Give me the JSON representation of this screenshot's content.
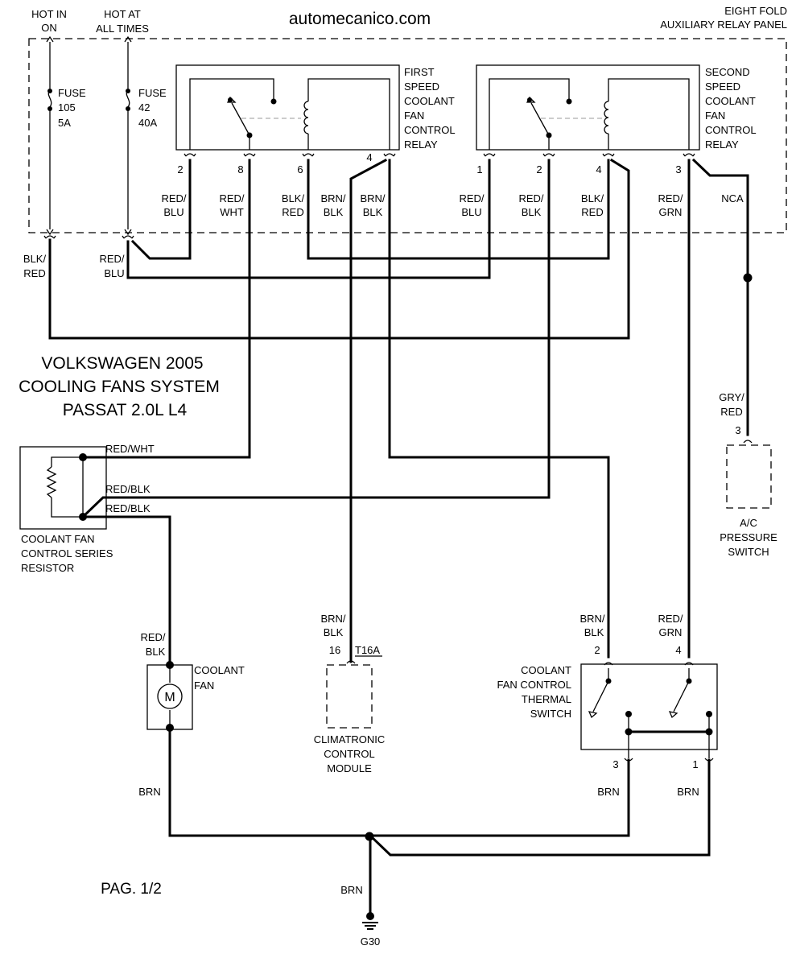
{
  "site": "automecanico.com",
  "title_lines": [
    "VOLKSWAGEN 2005",
    "COOLING FANS SYSTEM",
    "PASSAT 2.0L L4"
  ],
  "page": "PAG. 1/2",
  "headers": {
    "hot_in_on": [
      "HOT IN",
      "ON"
    ],
    "hot_at_all_times": [
      "HOT AT",
      "ALL TIMES"
    ],
    "relay_panel": [
      "EIGHT FOLD",
      "AUXILIARY RELAY PANEL"
    ]
  },
  "fuses": [
    {
      "lines": [
        "FUSE",
        "105",
        "5A"
      ]
    },
    {
      "lines": [
        "FUSE",
        "42",
        "40A"
      ]
    }
  ],
  "relays": [
    {
      "lines": [
        "FIRST",
        "SPEED",
        "COOLANT",
        "FAN",
        "CONTROL",
        "RELAY"
      ],
      "pins": [
        "2",
        "8",
        "6",
        "4"
      ]
    },
    {
      "lines": [
        "SECOND",
        "SPEED",
        "COOLANT",
        "FAN",
        "CONTROL",
        "RELAY"
      ],
      "pins": [
        "1",
        "2",
        "4",
        "3"
      ]
    }
  ],
  "relay_wire_labels": [
    [
      "RED/",
      "BLU"
    ],
    [
      "RED/",
      "WHT"
    ],
    [
      "BLK/",
      "RED"
    ],
    [
      "BRN/",
      "BLK"
    ],
    [
      "BRN/",
      "BLK"
    ],
    [
      "RED/",
      "BLU"
    ],
    [
      "RED/",
      "BLK"
    ],
    [
      "BLK/",
      "RED"
    ],
    [
      "RED/",
      "GRN"
    ]
  ],
  "nca": "NCA",
  "fuse_wire_labels": [
    [
      "BLK/",
      "RED"
    ],
    [
      "RED/",
      "BLU"
    ]
  ],
  "resistor": {
    "lines": [
      "COOLANT FAN",
      "CONTROL SERIES",
      "RESISTOR"
    ],
    "wires": [
      "RED/WHT",
      "RED/BLK",
      "RED/BLK"
    ]
  },
  "coolant_fan": {
    "lines": [
      "COOLANT",
      "FAN"
    ],
    "wire": [
      "RED/",
      "BLK"
    ],
    "motor_symbol": "M"
  },
  "climatronic": {
    "lines": [
      "CLIMATRONIC",
      "CONTROL",
      "MODULE"
    ],
    "wire": [
      "BRN/",
      "BLK"
    ],
    "pin": "16",
    "connector": "T16A"
  },
  "thermal_switch": {
    "lines": [
      "COOLANT",
      "FAN CONTROL",
      "THERMAL",
      "SWITCH"
    ],
    "top_wires": [
      [
        "BRN/",
        "BLK"
      ],
      [
        "RED/",
        "GRN"
      ]
    ],
    "top_pins": [
      "2",
      "4"
    ],
    "bottom_pins": [
      "3",
      "1"
    ],
    "bottom_wires": [
      "BRN",
      "BRN"
    ]
  },
  "ac_switch": {
    "lines": [
      "A/C",
      "PRESSURE",
      "SWITCH"
    ],
    "wire": [
      "GRY/",
      "RED"
    ],
    "pin": "3"
  },
  "ground": {
    "wire_fan": "BRN",
    "wire": "BRN",
    "label": "G30"
  }
}
